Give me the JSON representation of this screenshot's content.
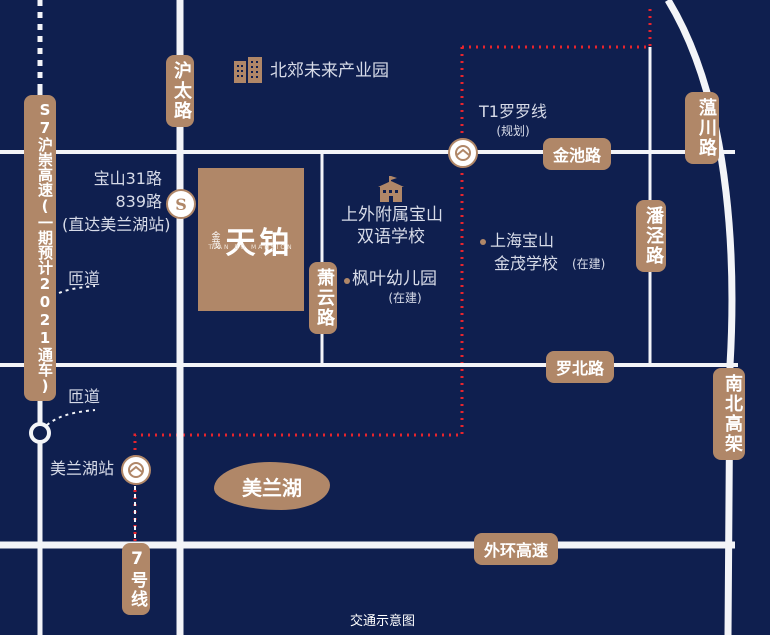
{
  "colors": {
    "background": "#0f1f4f",
    "road": "#f3f4f8",
    "accent": "#b08768",
    "dotted_boundary": "#e8242d"
  },
  "roads": {
    "hutai": "沪太路",
    "s7": "S7沪崇高速(一期预计2021通车)",
    "wuchuan": "蕰川路",
    "jinchi": "金池路",
    "panjing": "潘泾路",
    "xiaoyun": "萧云路",
    "luobei": "罗北路",
    "nanbei": "南北高架",
    "waihuan": "外环高速"
  },
  "labels": {
    "bei_jiao": "北郊未来产业园",
    "t1_line": "T1罗罗线",
    "t1_plan": "(规划)",
    "bus_line1": "宝山31路",
    "bus_line2": "839路",
    "bus_line3": "(直达美兰湖站)",
    "school1_l1": "上外附属宝山",
    "school1_l2": "双语学校",
    "kindergarten": "枫叶幼儿园",
    "kindergarten_status": "(在建)",
    "school2": "上海宝山",
    "school2_l2": "金茂学校",
    "school2_status": "(在建)",
    "ramp1": "匝道",
    "ramp2": "匝道",
    "meilanhu_station": "美兰湖站",
    "line7": "7号线",
    "lake": "美兰湖",
    "caption": "交通示意图",
    "brand_main": "天铂",
    "brand_side": "金茂",
    "brand_sub": "TIAN BO MANSION"
  },
  "icons": {
    "building": "office-building-icon",
    "school": "school-icon",
    "metro": "metro-station-icon",
    "bus": "bus-stop-icon"
  }
}
